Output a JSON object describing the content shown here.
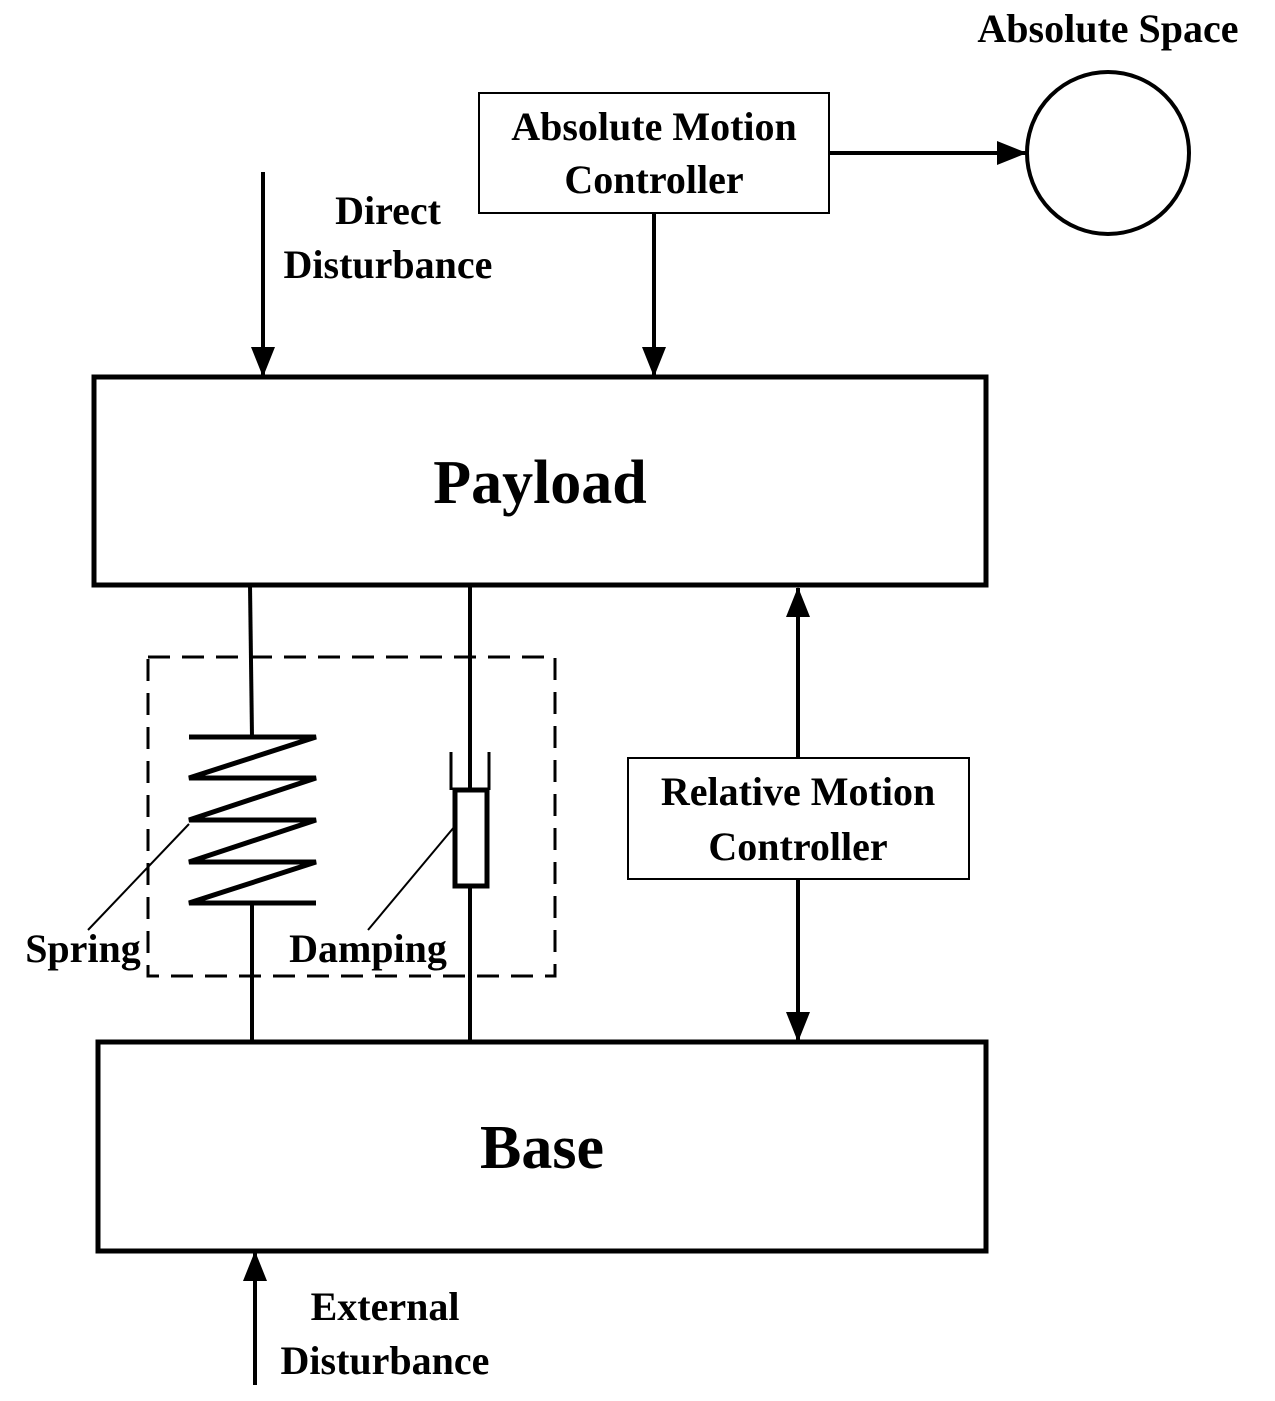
{
  "labels": {
    "absolute_space": "Absolute Space",
    "absolute_controller_line1": "Absolute Motion",
    "absolute_controller_line2": "Controller",
    "direct_disturbance_line1": "Direct",
    "direct_disturbance_line2": "Disturbance",
    "payload": "Payload",
    "relative_controller_line1": "Relative Motion",
    "relative_controller_line2": "Controller",
    "spring": "Spring",
    "damping": "Damping",
    "base": "Base",
    "external_disturbance_line1": "External",
    "external_disturbance_line2": "Disturbance"
  }
}
